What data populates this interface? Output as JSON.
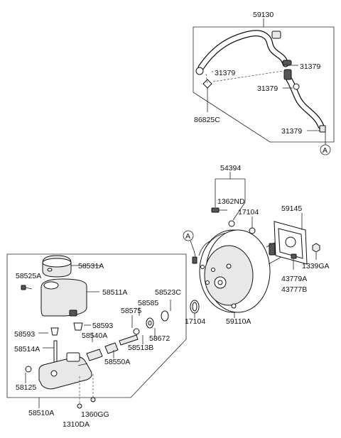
{
  "labels": {
    "p59130": "59130",
    "p31379_a": "31379",
    "p31379_b": "31379",
    "p31379_c": "31379",
    "p31379_d": "31379",
    "p86825C": "86825C",
    "ref_a_top": "A",
    "p54394": "54394",
    "p1362ND": "1362ND",
    "p17104_a": "17104",
    "p59145": "59145",
    "ref_a_booster": "A",
    "p1339GA": "1339GA",
    "p43779A": "43779A",
    "p43777B": "43777B",
    "p58531A": "58531A",
    "p58525A": "58525A",
    "p58511A": "58511A",
    "p58523C": "58523C",
    "p58585": "58585",
    "p58575": "58575",
    "p58593_a": "58593",
    "p58593_b": "58593",
    "p58540A": "58540A",
    "p17104_b": "17104",
    "p58672": "58672",
    "p58513B": "58513B",
    "p59110A": "59110A",
    "p58514A": "58514A",
    "p58550A": "58550A",
    "p58125": "58125",
    "p58510A": "58510A",
    "p1360GG": "1360GG",
    "p1310DA": "1310DA"
  }
}
